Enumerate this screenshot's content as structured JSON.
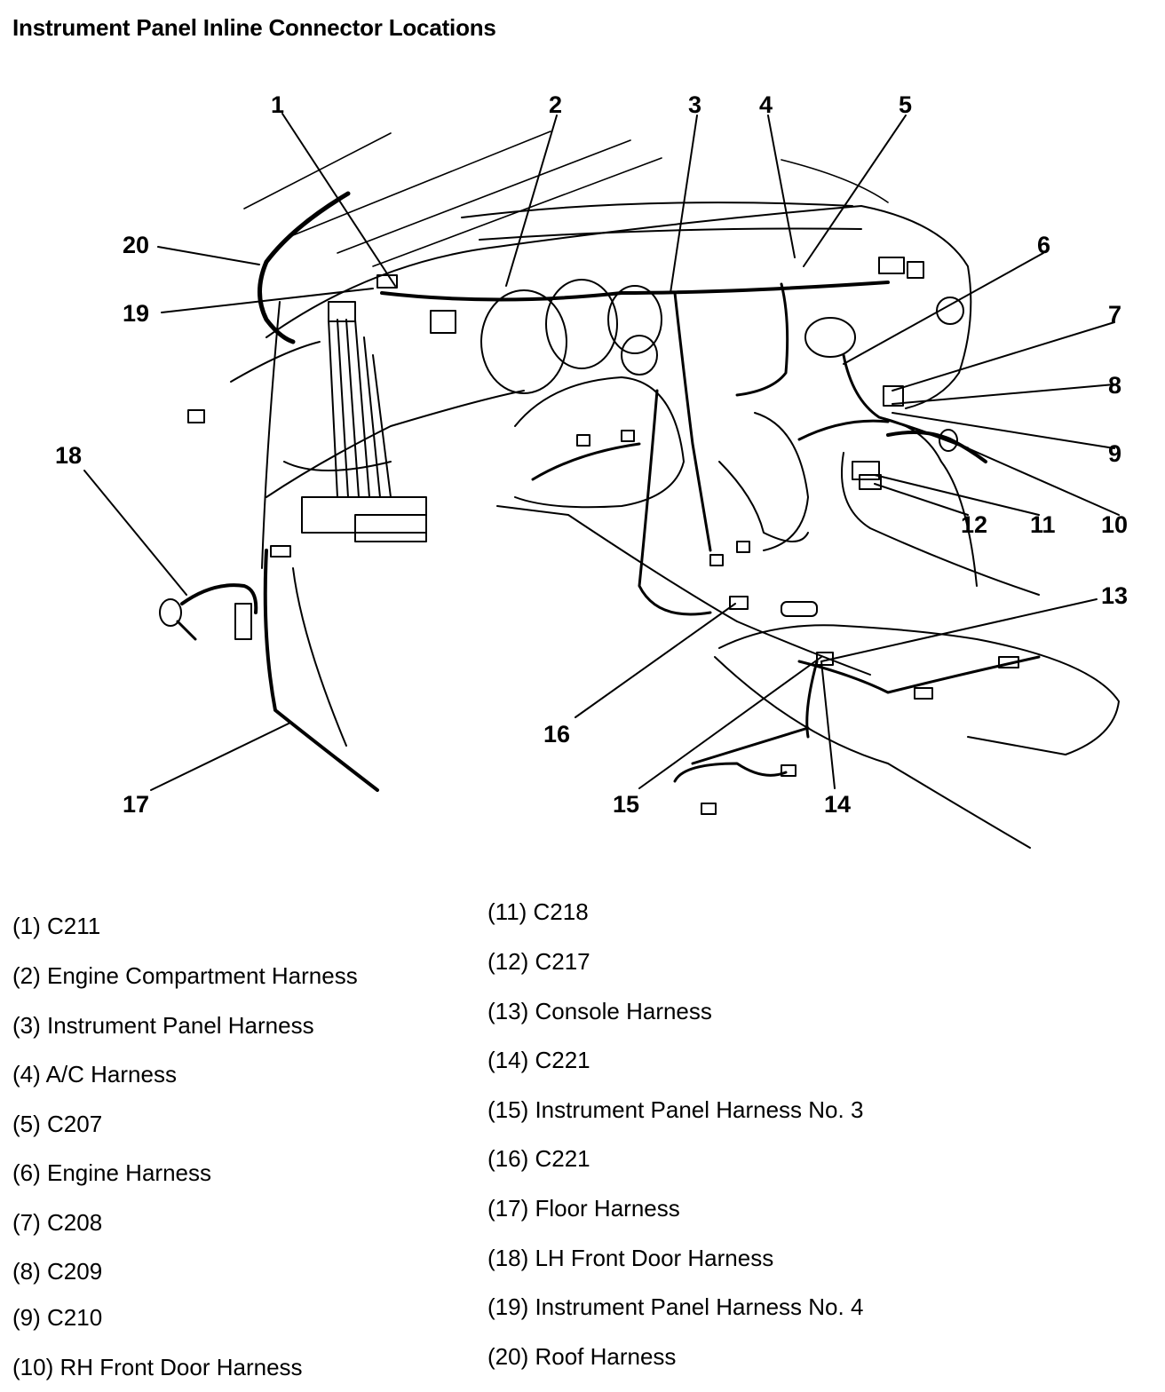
{
  "title": "Instrument Panel Inline Connector Locations",
  "callout_numbers": [
    "1",
    "2",
    "3",
    "4",
    "5",
    "6",
    "7",
    "8",
    "9",
    "10",
    "11",
    "12",
    "13",
    "14",
    "15",
    "16",
    "17",
    "18",
    "19",
    "20"
  ],
  "legend": [
    "(1) C211",
    "(2) Engine Compartment Harness",
    "(3) Instrument Panel Harness",
    "(4) A/C Harness",
    "(5) C207",
    "(6) Engine Harness",
    "(7) C208",
    "(8) C209",
    "(9) C210",
    "(10) RH Front Door Harness",
    "(11) C218",
    "(12) C217",
    "(13) Console Harness",
    "(14) C221",
    "(15) Instrument Panel Harness No. 3",
    "(16) C221",
    "(17) Floor Harness",
    "(18) LH Front Door Harness",
    "(19) Instrument Panel Harness No. 4",
    "(20) Roof Harness"
  ]
}
